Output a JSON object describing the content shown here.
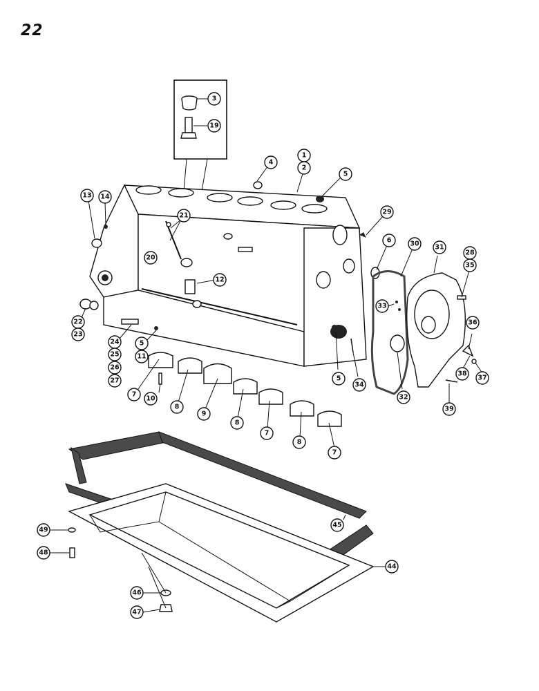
{
  "page_number": "22",
  "callouts": {
    "c1": "1",
    "c2": "2",
    "c3": "3",
    "c4": "4",
    "c5a": "5",
    "c5b": "5",
    "c5c": "5",
    "c6": "6",
    "c7a": "7",
    "c7b": "7",
    "c7c": "7",
    "c8a": "8",
    "c8b": "8",
    "c8c": "8",
    "c9": "9",
    "c10": "10",
    "c11": "11",
    "c12": "12",
    "c13": "13",
    "c14": "14",
    "c19": "19",
    "c20": "20",
    "c21": "21",
    "c22": "22",
    "c23": "23",
    "c24": "24",
    "c25": "25",
    "c26": "26",
    "c27": "27",
    "c28": "28",
    "c29": "29",
    "c30": "30",
    "c31": "31",
    "c32": "32",
    "c33": "33",
    "c34": "34",
    "c35": "35",
    "c36": "36",
    "c37": "37",
    "c38": "38",
    "c39": "39",
    "c44": "44",
    "c45": "45",
    "c46": "46",
    "c47": "47",
    "c48": "48",
    "c49": "49"
  }
}
